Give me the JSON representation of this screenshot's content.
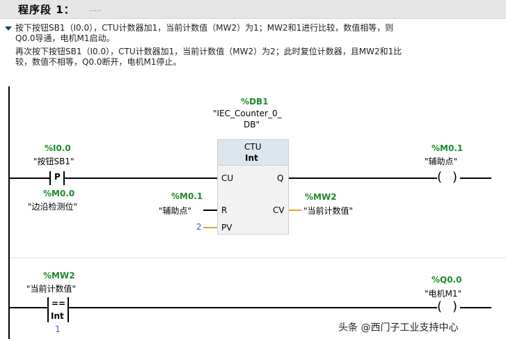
{
  "segment": {
    "title": "程序段 1：",
    "dots": "....."
  },
  "comment": {
    "line1": "按下按钮SB1（I0.0），CTU计数器加1，当前计数值（MW2）为1；MW2和1进行比较，数值相等，则",
    "line2": "Q0.0导通，电机M1启动。",
    "line3": "再次按下按钮SB1（I0.0），CTU计数器加1，当前计数值（MW2）为2；此时复位计数器，且MW2和1比",
    "line4": "较，数值不相等，Q0.0断开，电机M1停止。"
  },
  "network1": {
    "db": {
      "addr": "%DB1",
      "name1": "\"IEC_Counter_0_",
      "name2": "DB\""
    },
    "contact_p": {
      "addr": "%I0.0",
      "tag": "\"按钮SB1\"",
      "symbol": "P",
      "edge_addr": "%M0.0",
      "edge_tag": "\"边沿检测位\""
    },
    "ctu": {
      "type": "CTU",
      "datatype": "Int",
      "pins": {
        "cu": "CU",
        "q": "Q",
        "r": "R",
        "cv": "CV",
        "pv": "PV"
      },
      "reset": {
        "addr": "%M0.1",
        "tag": "\"辅助点\""
      },
      "cv_out": {
        "addr": "%MW2",
        "tag": "\"当前计数值\""
      },
      "pv_value": "2"
    },
    "coil": {
      "addr": "%M0.1",
      "tag": "\"辅助点\""
    }
  },
  "network2": {
    "compare": {
      "addr": "%MW2",
      "tag": "\"当前计数值\"",
      "op": "==",
      "datatype": "Int",
      "value": "1"
    },
    "coil": {
      "addr": "%Q0.0",
      "tag": "\"电机M1\""
    }
  },
  "watermark": "头条 @西门子工业支持中心",
  "colors": {
    "address_green": "#1e8a2a",
    "signal_orange": "#f0a020",
    "constant_blue": "#3b5fb0",
    "header_gray": "#e6e6e6"
  }
}
